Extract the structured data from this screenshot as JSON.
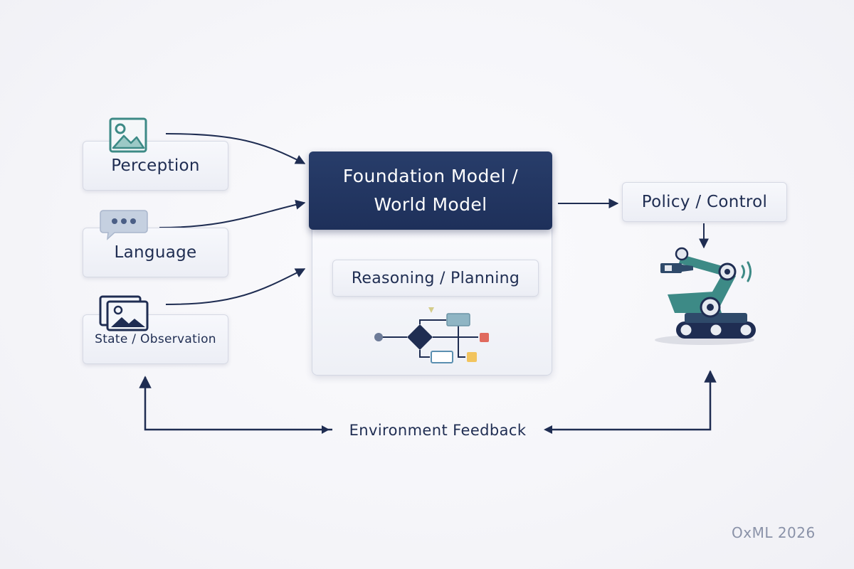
{
  "inputs": {
    "perception": "Perception",
    "language": "Language",
    "state": "State / Observation"
  },
  "model": {
    "line1": "Foundation Model /",
    "line2": "World Model"
  },
  "reasoning": "Reasoning / Planning",
  "policy": "Policy / Control",
  "feedback": "Environment Feedback",
  "watermark": "OxML 2026",
  "icons": {
    "perception": "image-icon",
    "language": "chat-bubble-icon",
    "state": "stacked-images-icon",
    "planning": "flowchart-icon",
    "robot": "robot-arm-icon"
  },
  "colors": {
    "navy": "#1f2d52",
    "teal": "#3d8a86",
    "node_red": "#e06a5e",
    "node_yellow": "#f2c45e",
    "node_blue": "#8fb5c4"
  }
}
